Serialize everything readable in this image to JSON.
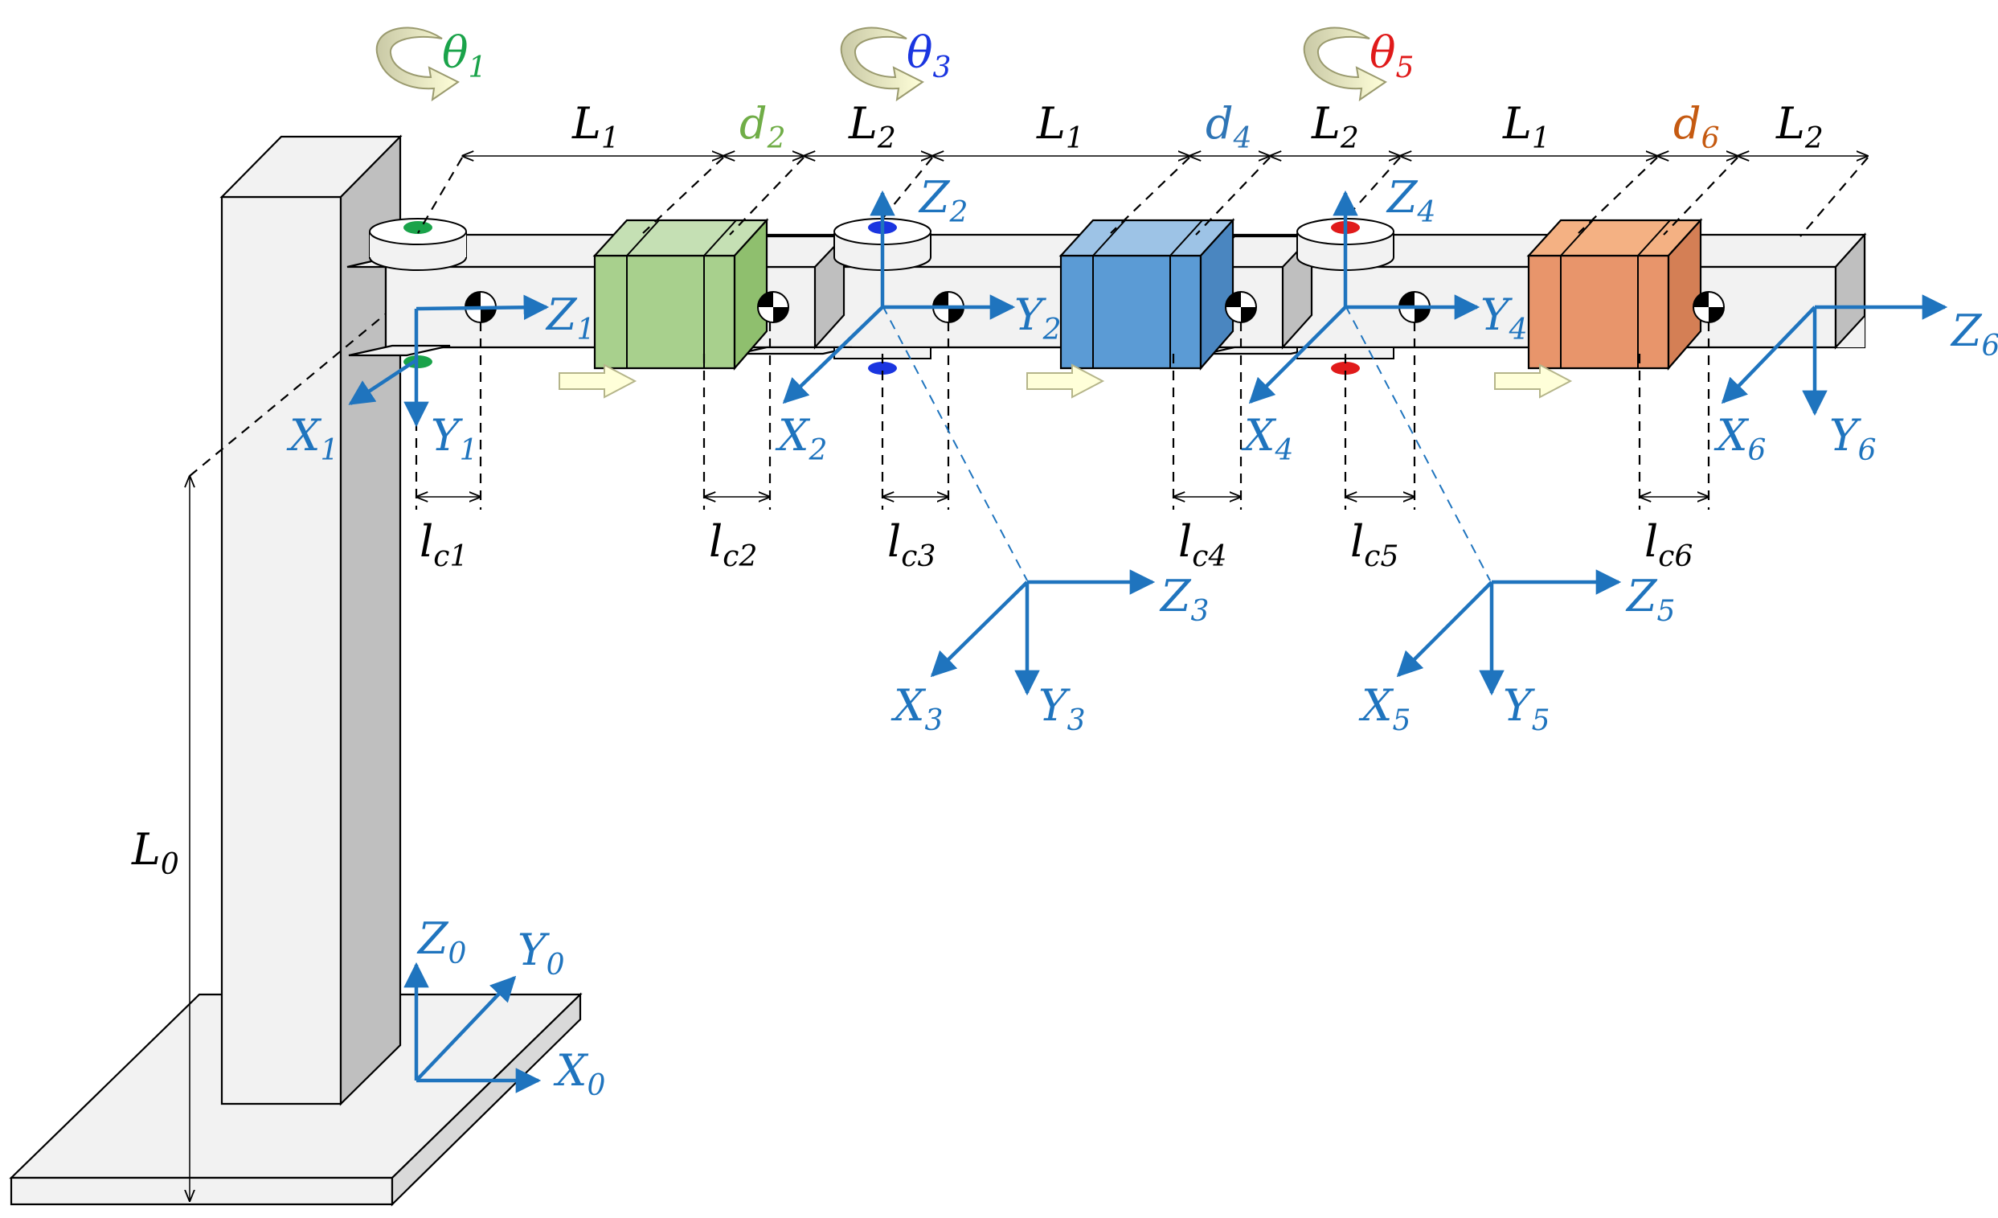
{
  "colors": {
    "axis": "#1f74be",
    "joint1": "#1aa34a",
    "joint3": "#1a35e0",
    "joint5": "#e01a1a",
    "prism2": "#a8d08d",
    "prism4": "#5b9bd5",
    "prism6": "#e8956b",
    "d2_text": "#70ad47",
    "d4_text": "#2e75b6",
    "d6_text": "#c55a11",
    "structure": "#f2f2f2",
    "structure_side": "#bfbfbf"
  },
  "icons": [
    "rotation-arrow-icon",
    "motion-arrow-icon",
    "center-of-mass-icon"
  ],
  "rotations": [
    {
      "sym": "θ",
      "sub": "1",
      "color": "#1aa34a"
    },
    {
      "sym": "θ",
      "sub": "3",
      "color": "#1a35e0"
    },
    {
      "sym": "θ",
      "sub": "5",
      "color": "#e01a1a"
    }
  ],
  "top_dims": [
    {
      "sym": "L",
      "sub": "1",
      "color": "#000000"
    },
    {
      "sym": "d",
      "sub": "2",
      "color": "#70ad47"
    },
    {
      "sym": "L",
      "sub": "2",
      "color": "#000000"
    },
    {
      "sym": "L",
      "sub": "1",
      "color": "#000000"
    },
    {
      "sym": "d",
      "sub": "4",
      "color": "#2e75b6"
    },
    {
      "sym": "L",
      "sub": "2",
      "color": "#000000"
    },
    {
      "sym": "L",
      "sub": "1",
      "color": "#000000"
    },
    {
      "sym": "d",
      "sub": "6",
      "color": "#c55a11"
    },
    {
      "sym": "L",
      "sub": "2",
      "color": "#000000"
    }
  ],
  "lc_dims": [
    {
      "sym": "l",
      "sub": "c1"
    },
    {
      "sym": "l",
      "sub": "c2"
    },
    {
      "sym": "l",
      "sub": "c3"
    },
    {
      "sym": "l",
      "sub": "c4"
    },
    {
      "sym": "l",
      "sub": "c5"
    },
    {
      "sym": "l",
      "sub": "c6"
    }
  ],
  "column_dim": {
    "sym": "L",
    "sub": "0"
  },
  "frames": [
    {
      "x": {
        "sym": "X",
        "sub": "0"
      },
      "y": {
        "sym": "Y",
        "sub": "0"
      },
      "z": {
        "sym": "Z",
        "sub": "0"
      }
    },
    {
      "x": {
        "sym": "X",
        "sub": "1"
      },
      "y": {
        "sym": "Y",
        "sub": "1"
      },
      "z": {
        "sym": "Z",
        "sub": "1"
      }
    },
    {
      "x": {
        "sym": "X",
        "sub": "2"
      },
      "y": {
        "sym": "Y",
        "sub": "2"
      },
      "z": {
        "sym": "Z",
        "sub": "2"
      }
    },
    {
      "x": {
        "sym": "X",
        "sub": "3"
      },
      "y": {
        "sym": "Y",
        "sub": "3"
      },
      "z": {
        "sym": "Z",
        "sub": "3"
      }
    },
    {
      "x": {
        "sym": "X",
        "sub": "4"
      },
      "y": {
        "sym": "Y",
        "sub": "4"
      },
      "z": {
        "sym": "Z",
        "sub": "4"
      }
    },
    {
      "x": {
        "sym": "X",
        "sub": "5"
      },
      "y": {
        "sym": "Y",
        "sub": "5"
      },
      "z": {
        "sym": "Z",
        "sub": "5"
      }
    },
    {
      "x": {
        "sym": "X",
        "sub": "6"
      },
      "y": {
        "sym": "Y",
        "sub": "6"
      },
      "z": {
        "sym": "Z",
        "sub": "6"
      }
    }
  ]
}
